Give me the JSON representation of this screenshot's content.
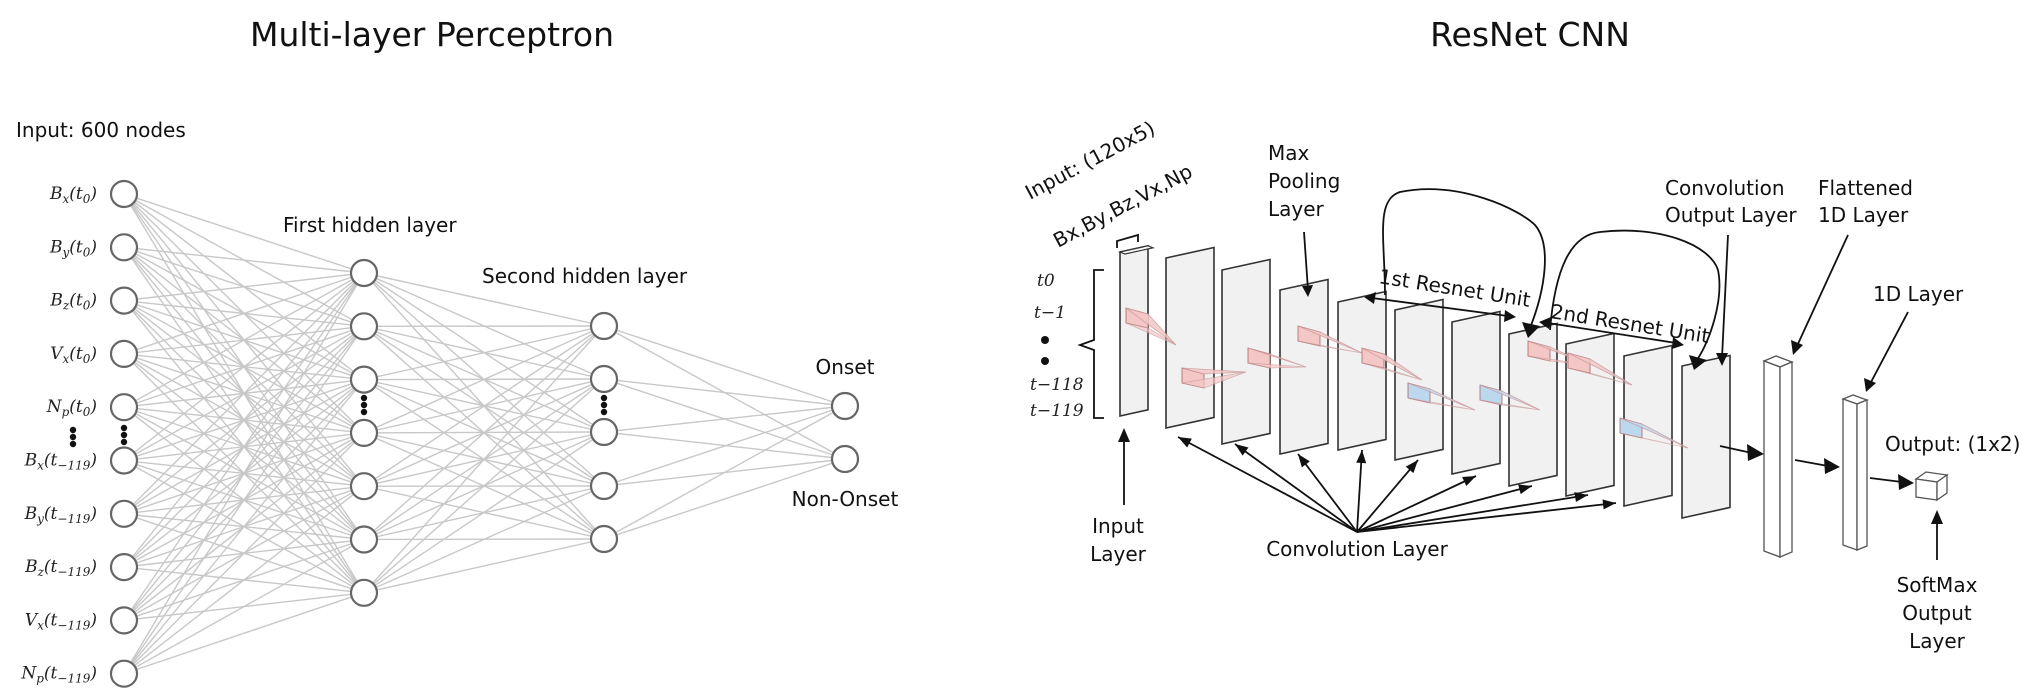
{
  "mlp": {
    "title": "Multi-layer Perceptron",
    "input_label": "Input: 600 nodes",
    "hidden1_label": "First hidden layer",
    "hidden2_label": "Second hidden layer",
    "input_nodes": [
      "Bx(t0)",
      "By(t0)",
      "Bz(t0)",
      "Vx(t0)",
      "Np(t0)",
      "Bx(t−119)",
      "By(t−119)",
      "Bz(t−119)",
      "Vx(t−119)",
      "Np(t−119)"
    ],
    "output_nodes": [
      "Onset",
      "Non-Onset"
    ]
  },
  "cnn": {
    "title": "ResNet CNN",
    "input_shape": "Input: (120x5)",
    "input_features": "Bx,By,Bz,Vx,Np",
    "time_labels": [
      "t0",
      "t−1",
      "t−118",
      "t−119"
    ],
    "max_pooling_label": [
      "Max",
      "Pooling",
      "Layer"
    ],
    "resnet1_label": "1st Resnet Unit",
    "resnet2_label": "2nd Resnet Unit",
    "conv_output_label": [
      "Convolution",
      "Output Layer"
    ],
    "flattened_label": [
      "Flattened",
      "1D Layer"
    ],
    "one_d_label": "1D Layer",
    "output_label": "Output: (1x2)",
    "input_layer_label": [
      "Input",
      "Layer"
    ],
    "conv_layer_label": "Convolution Layer",
    "softmax_label": [
      "SoftMax",
      "Output",
      "Layer"
    ]
  },
  "colors": {
    "kernel_red": "#f4c7c7",
    "kernel_blue": "#bcd8ef"
  }
}
